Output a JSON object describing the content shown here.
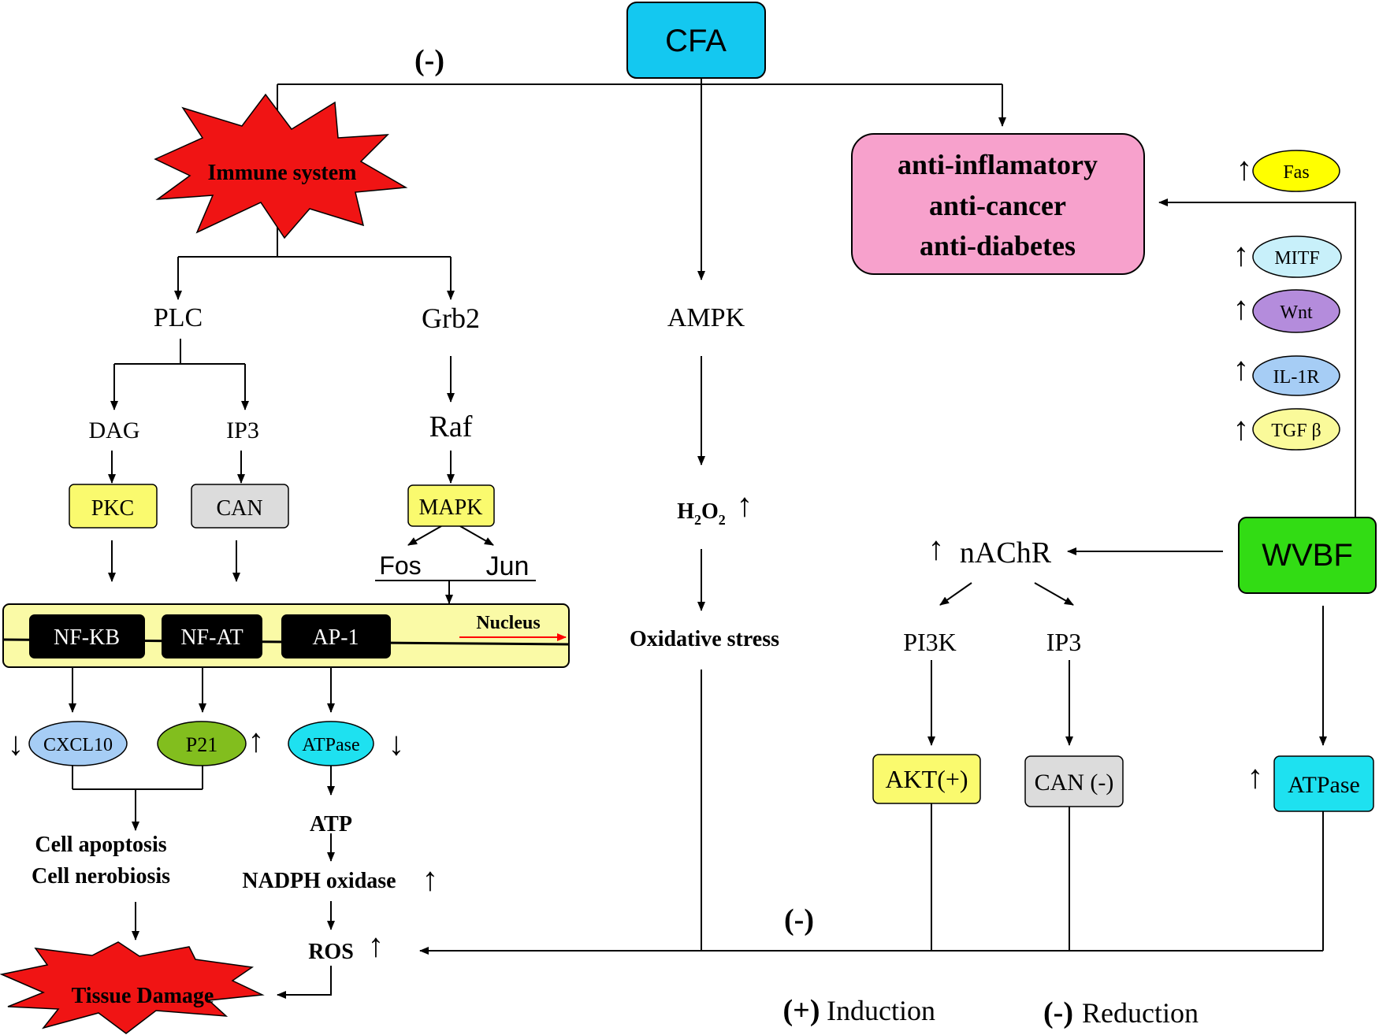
{
  "nodes": {
    "cfa": "CFA",
    "immune_system": "Immune system",
    "plc": "PLC",
    "grb2": "Grb2",
    "dag": "DAG",
    "ip3_left": "IP3",
    "raf": "Raf",
    "pkc": "PKC",
    "can_left": "CAN",
    "mapk": "MAPK",
    "fos": "Fos",
    "jun": "Jun",
    "nfkb": "NF-KB",
    "nfat": "NF-AT",
    "ap1": "AP-1",
    "nucleus": "Nucleus",
    "cxcl10": "CXCL10",
    "p21": "P21",
    "atpase_left": "ATPase",
    "cell_apoptosis": "Cell apoptosis",
    "cell_nerobiosis": "Cell nerobiosis",
    "atp": "ATP",
    "nadph_oxidase": "NADPH oxidase",
    "ros": "ROS",
    "tissue_damage": "Tissue Damage",
    "ampk": "AMPK",
    "h2o2_h": "H",
    "h2o2_sub1": "2",
    "h2o2_o": "O",
    "h2o2_sub2": "2",
    "oxidative_stress": "Oxidative stress",
    "anti_inflammatory": "anti-inflamatory",
    "anti_cancer": "anti-cancer",
    "anti_diabetes": "anti-diabetes",
    "fas": "Fas",
    "mitf": "MITF",
    "wnt": "Wnt",
    "il1r": "IL-1R",
    "tgfb": "TGF β",
    "wvbf": "WVBF",
    "nachr": "nAChR",
    "pi3k": "PI3K",
    "ip3_right": "IP3",
    "akt": "AKT(+)",
    "can_right": "CAN (-)",
    "atpase_right": "ATPase"
  },
  "labels": {
    "minus_top": "(-)",
    "minus_bottom": "(-)"
  },
  "legend": {
    "plus_symbol": "(+)",
    "plus_text": "Induction",
    "minus_symbol": "(-)",
    "minus_text": "Reduction"
  },
  "indicators": {
    "up": "↑",
    "down": "↓"
  },
  "colors": {
    "cfa_box": "#14c8f0",
    "immune_star": "#f01414",
    "tissue_star": "#f01414",
    "pink_box": "#f7a1cc",
    "yellow_box": "#fafa6e",
    "gray_box": "#dcdcdc",
    "nucleus_band": "#fafaa6",
    "black_box": "#000000",
    "cxcl10": "#a6cdf5",
    "p21": "#82be1e",
    "atpase": "#1ee1f0",
    "fas": "#ffff00",
    "mitf": "#c8f0fa",
    "wnt": "#b48cdc",
    "il1r": "#a6cdf5",
    "tgfb": "#fafa9a",
    "wvbf": "#32dc14",
    "nucleus_arrow": "#ff0000"
  }
}
